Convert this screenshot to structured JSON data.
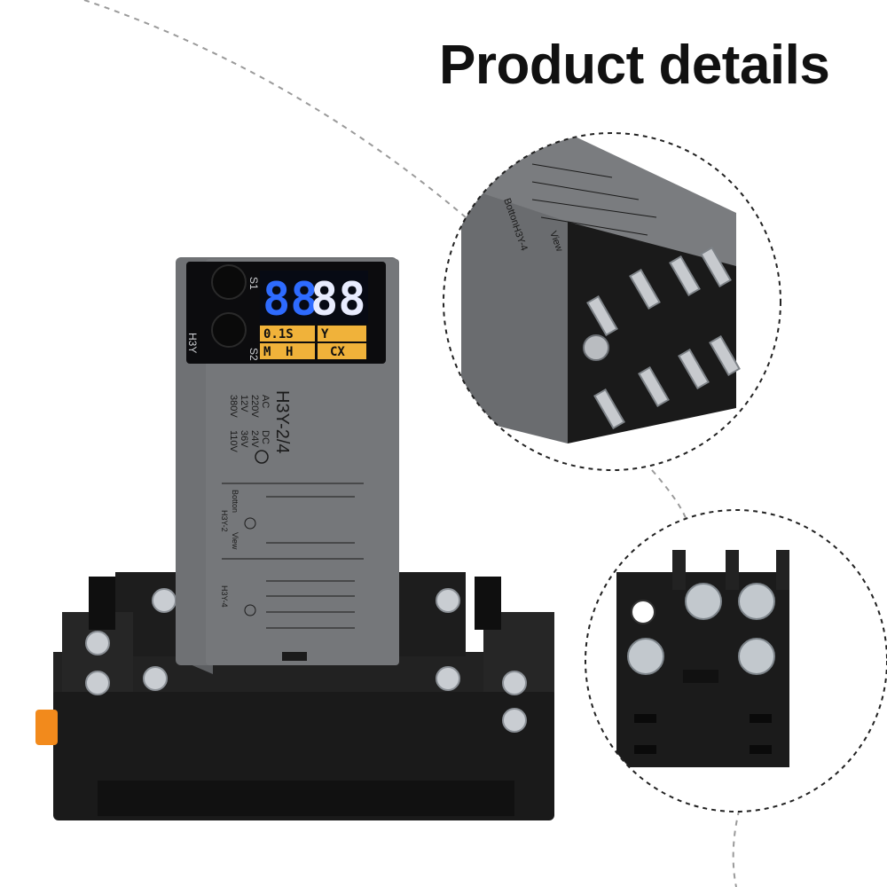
{
  "headline": "Product details",
  "relay": {
    "buttons": {
      "s1": "S1",
      "s2": "S2"
    },
    "side_model": "H3Y",
    "display": {
      "top": "88",
      "bottom": "88",
      "row1": [
        "0.1S",
        "Y"
      ],
      "row2": [
        "M",
        "H"
      ],
      "row2b": "CX"
    },
    "model": "H3Y-2/4",
    "voltages": [
      [
        "AC",
        "DC"
      ],
      [
        "220V",
        "24V"
      ],
      [
        "12V",
        "36V"
      ],
      [
        "380V",
        "110V"
      ]
    ],
    "diagram_labels": {
      "bottom": "Botton",
      "view": "View",
      "h2": "H3Y-2",
      "h4": "H3Y-4"
    }
  },
  "zoom_top": {
    "model": "H3Y-4",
    "labels": [
      "Botton",
      "View"
    ]
  },
  "colors": {
    "display_blue": "#2e6bff",
    "display_amber": "#f0b23a",
    "body_gray": "#6f7174",
    "base_black": "#1b1b1b",
    "clip_orange": "#f28a1c"
  }
}
